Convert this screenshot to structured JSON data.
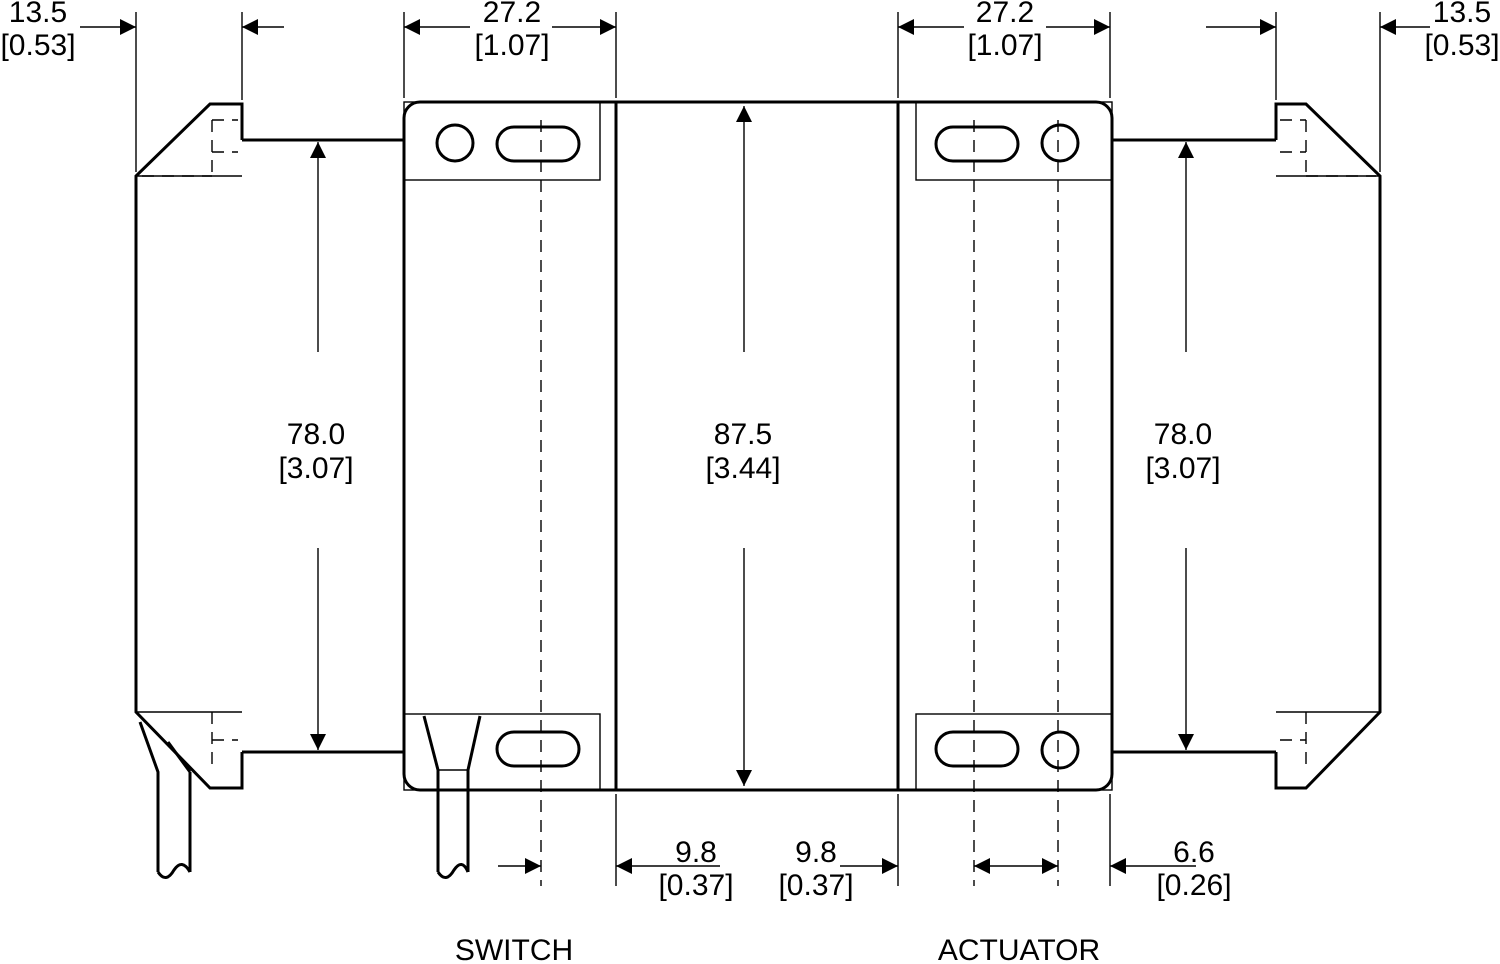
{
  "dimensions": {
    "left_flange_width": {
      "mm": "13.5",
      "in": "[0.53]"
    },
    "switch_body_width": {
      "mm": "27.2",
      "in": "[1.07]"
    },
    "actuator_body_width": {
      "mm": "27.2",
      "in": "[1.07]"
    },
    "right_flange_width": {
      "mm": "13.5",
      "in": "[0.53]"
    },
    "left_flange_height": {
      "mm": "78.0",
      "in": "[3.07]"
    },
    "overall_height": {
      "mm": "87.5",
      "in": "[3.44]"
    },
    "right_flange_height": {
      "mm": "78.0",
      "in": "[3.07]"
    },
    "switch_sensing_offset": {
      "mm": "9.8",
      "in": "[0.37]"
    },
    "actuator_sensing_offset": {
      "mm": "9.8",
      "in": "[0.37]"
    },
    "actuator_edge_offset": {
      "mm": "6.6",
      "in": "[0.26]"
    }
  },
  "labels": {
    "switch": "SWITCH",
    "actuator": "ACTUATOR"
  }
}
